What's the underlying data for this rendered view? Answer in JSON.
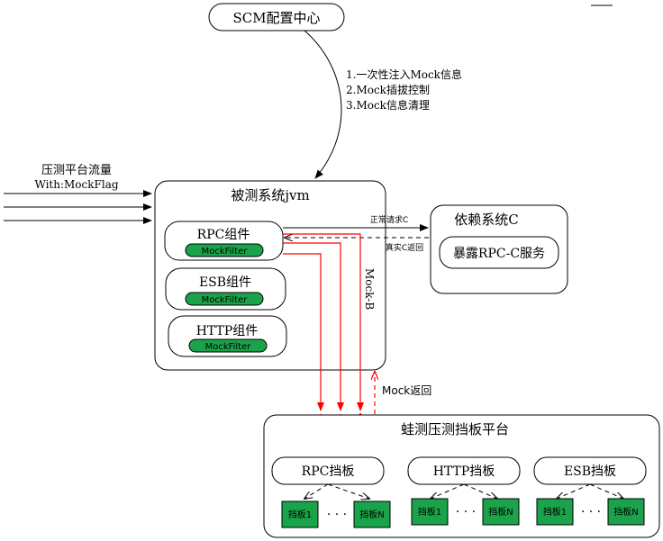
{
  "scm": {
    "title": "SCM配置中心"
  },
  "scm_notes": [
    "1.一次性注入Mock信息",
    "2.Mock插拔控制",
    "3.Mock信息清理"
  ],
  "traffic": {
    "line1": "压测平台流量",
    "line2": "With:MockFlag"
  },
  "jvm": {
    "title": "被测系统jvm",
    "components": [
      {
        "name": "RPC组件",
        "filter": "MockFilter"
      },
      {
        "name": "ESB组件",
        "filter": "MockFilter"
      },
      {
        "name": "HTTP组件",
        "filter": "MockFilter"
      }
    ]
  },
  "dep": {
    "title": "依赖系统C",
    "service": "暴露RPC-C服务"
  },
  "edges": {
    "normal_request": "正常请求C",
    "real_return": "真实C返回",
    "mock_b": "Mock-B",
    "mock_return": "Mock返回"
  },
  "platform": {
    "title": "蛙测压测挡板平台",
    "groups": [
      {
        "name": "RPC挡板",
        "left": "挡板1",
        "dots": "· · ·",
        "right": "挡板N"
      },
      {
        "name": "HTTP挡板",
        "left": "挡板1",
        "dots": "· · ·",
        "right": "挡板N"
      },
      {
        "name": "ESB挡板",
        "left": "挡板1",
        "dots": "· · ·",
        "right": "挡板N"
      }
    ]
  },
  "colors": {
    "filter_green": "#1aa34a",
    "mock_red": "#ff0000",
    "line": "#000000"
  }
}
